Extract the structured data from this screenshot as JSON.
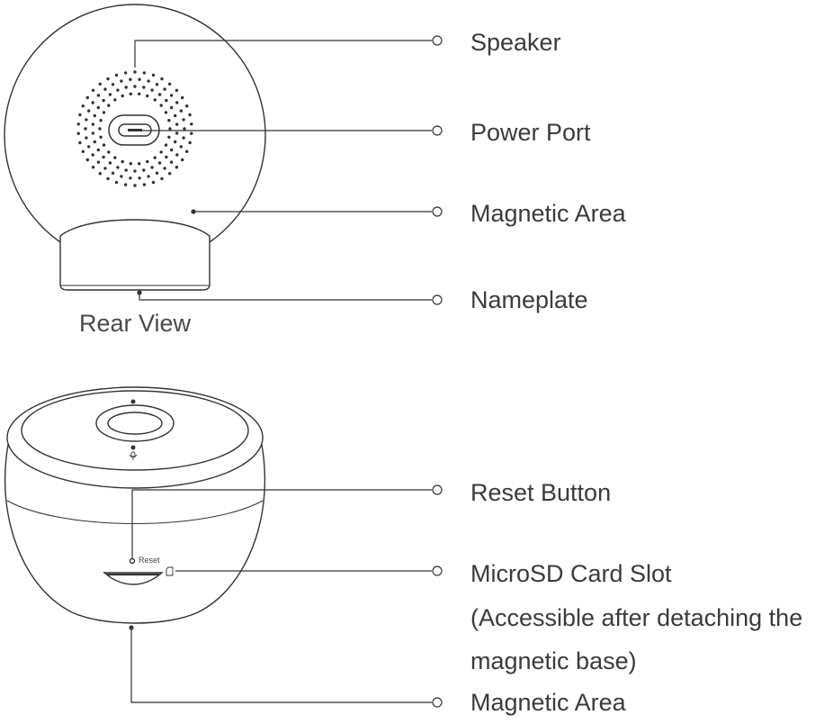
{
  "rear": {
    "caption": "Rear View",
    "labels": {
      "speaker": "Speaker",
      "power_port": "Power Port",
      "magnetic_area": "Magnetic Area",
      "nameplate": "Nameplate"
    }
  },
  "front": {
    "reset_text": "Reset",
    "labels": {
      "reset_button": "Reset Button",
      "microsd_line1": "MicroSD Card Slot",
      "microsd_line2": "(Accessible after detaching the",
      "microsd_line3": "magnetic base)",
      "magnetic_area": "Magnetic Area"
    }
  }
}
